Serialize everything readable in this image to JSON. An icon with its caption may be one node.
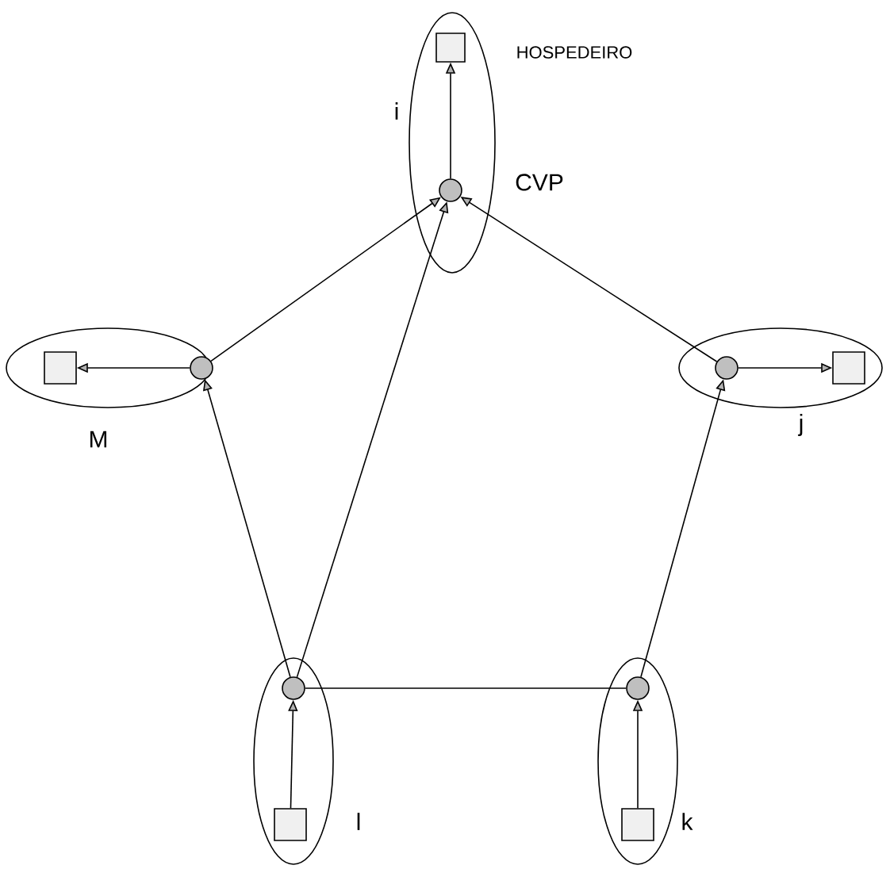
{
  "diagram": {
    "nodes": [
      {
        "text": [],
        "shape": "ellipse",
        "beside": [
          "i"
        ]
      },
      {
        "text": [],
        "shape": "box",
        "in": 0,
        "beside": [
          "HOSPEDEIRO"
        ]
      },
      {
        "text": [],
        "shape": "circle",
        "in": 0,
        "beside": [
          "CVP"
        ]
      },
      {
        "text": [],
        "shape": "ellipse",
        "beside": [
          "M"
        ]
      },
      {
        "text": [],
        "shape": "box",
        "in": 3
      },
      {
        "text": [],
        "shape": "circle",
        "in": 3
      },
      {
        "text": [],
        "shape": "ellipse",
        "beside": [
          "j"
        ]
      },
      {
        "text": [],
        "shape": "circle",
        "in": 6
      },
      {
        "text": [],
        "shape": "box",
        "in": 6
      },
      {
        "text": [],
        "shape": "ellipse",
        "beside": [
          "l"
        ]
      },
      {
        "text": [],
        "shape": "circle",
        "in": 9
      },
      {
        "text": [],
        "shape": "box",
        "in": 9
      },
      {
        "text": [],
        "shape": "ellipse",
        "beside": [
          "k"
        ]
      },
      {
        "text": [],
        "shape": "circle",
        "in": 12
      },
      {
        "text": [],
        "shape": "box",
        "in": 12
      }
    ],
    "edges": [
      {
        "from": 2,
        "to": 1,
        "arrow": "to"
      },
      {
        "from": 5,
        "to": 4,
        "arrow": "to"
      },
      {
        "from": 7,
        "to": 8,
        "arrow": "to"
      },
      {
        "from": 11,
        "to": 10,
        "arrow": "to"
      },
      {
        "from": 14,
        "to": 13,
        "arrow": "to"
      },
      {
        "from": 5,
        "to": 2,
        "arrow": "to"
      },
      {
        "from": 10,
        "to": 2,
        "arrow": "to"
      },
      {
        "from": 7,
        "to": 2,
        "arrow": "to"
      },
      {
        "from": 10,
        "to": 5,
        "arrow": "to"
      },
      {
        "from": 13,
        "to": 7,
        "arrow": "to"
      },
      {
        "from": 10,
        "to": 13,
        "arrow": "none"
      }
    ]
  }
}
